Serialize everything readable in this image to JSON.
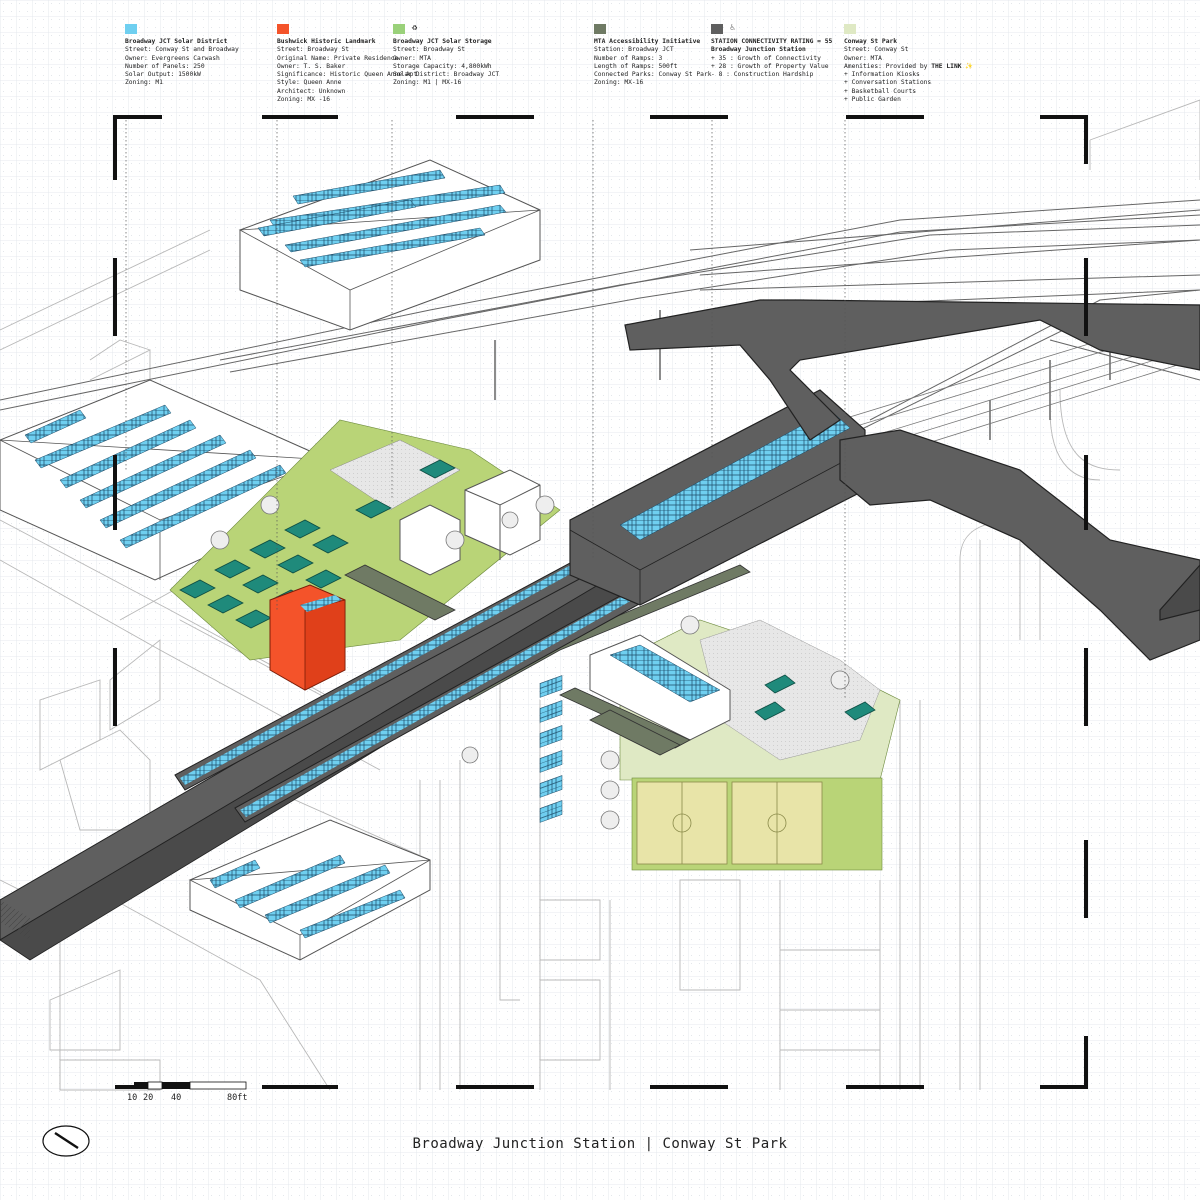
{
  "caption": "Broadway Junction Station | Conway St Park",
  "colors": {
    "solar": "#6fcff0",
    "landmark": "#f4532a",
    "storage": "#9ad17a",
    "mta_initiative": "#6f7a64",
    "station": "#5f5f5f",
    "park": "#dfe9c4",
    "court": "#e8e4a8",
    "grass": "#b9d477",
    "bench": "#1f8a7b",
    "roof": "#ffffff",
    "grid": "#dfe4ea"
  },
  "legend": [
    {
      "id": "solar-district",
      "swatch_color": "#6fcff0",
      "title": "Broadway JCT Solar District",
      "lines": [
        "Street: Conway St and Broadway",
        "Owner: Evergreens Carwash",
        "Number of Panels: 250",
        "Solar Output: 1500kW",
        "Zoning: M1"
      ]
    },
    {
      "id": "historic-landmark",
      "swatch_color": "#f4532a",
      "title": "Bushwick Historic Landmark",
      "lines": [
        "Street: Broadway St",
        "Original Name: Private Residence",
        "Owner: T. S. Baker",
        "Significance: Historic Queen Anne Apt",
        "Style: Queen Anne",
        "Architect: Unknown",
        "Zoning: MX -16"
      ]
    },
    {
      "id": "solar-storage",
      "swatch_color": "#9ad17a",
      "title": "Broadway JCT Solar Storage",
      "icon": "recycle-icon",
      "lines": [
        "Street: Broadway St",
        "Owner: MTA",
        "Storage Capacity: 4,800kWh",
        "Solar District: Broadway JCT",
        "Zoning: M1 | MX-16"
      ]
    },
    {
      "id": "accessibility",
      "swatch_color": "#6f7a64",
      "title": "MTA Accessibility Initiative",
      "lines": [
        "Station: Broadway JCT",
        "Number of Ramps: 3",
        "Length of Ramps: 500ft",
        "Connected Parks: Conway St Park",
        "Zoning: MX-16"
      ]
    },
    {
      "id": "connectivity",
      "swatch_color": "#5f5f5f",
      "title": "STATION CONNECTIVITY RATING = 55",
      "subtitle": "Broadway Junction Station",
      "icon": "accessibility-icon",
      "lines": [
        "+ 35 : Growth of Connectivity",
        "+ 28 : Growth of Property Value",
        "- 8 : Construction Hardship"
      ]
    },
    {
      "id": "conway-park",
      "swatch_color": "#dfe9c4",
      "title": "Conway St Park",
      "lines": [
        "Street: Conway St",
        "Owner: MTA",
        "Amenities: Provided by",
        "+ Information Kiosks",
        "+ Conversation Stations",
        "+ Basketball Courts",
        "+ Public Garden"
      ],
      "link_label": "THE LINK"
    }
  ],
  "scale_bar": {
    "labels": [
      "10",
      "20",
      "40",
      "80ft"
    ]
  },
  "north_arrow": {
    "icon": "north-arrow-icon"
  }
}
